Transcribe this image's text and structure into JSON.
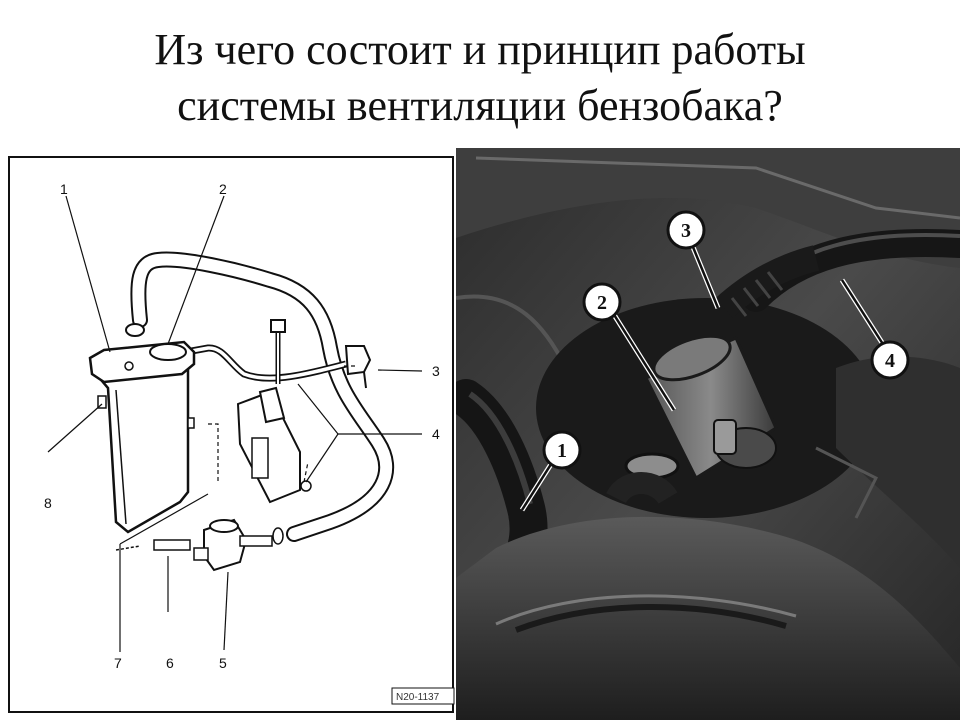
{
  "title": {
    "line1": "Из чего состоит и принцип работы",
    "line2": "системы вентиляции бензобака?"
  },
  "diagram": {
    "labels": [
      "1",
      "2",
      "3",
      "4",
      "5",
      "6",
      "7",
      "8"
    ],
    "stamp": "N20-1137"
  },
  "photo": {
    "labels": [
      "1",
      "2",
      "3",
      "4"
    ]
  }
}
